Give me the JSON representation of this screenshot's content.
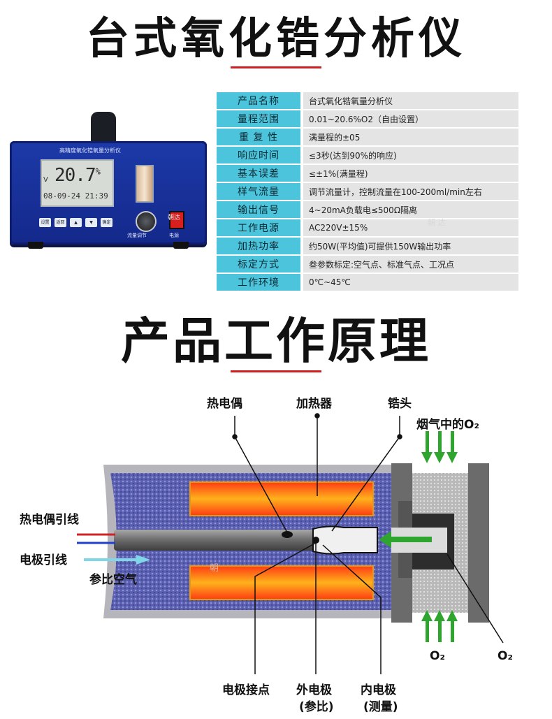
{
  "page_title": "台式氧化锆分析仪",
  "device": {
    "heading": "高精度氧化锆氧量分析仪",
    "lcd_unit": "V",
    "lcd_value": "20.7",
    "lcd_percent": "%",
    "lcd_datetime": "08-09-24   21:39",
    "keys": [
      "设置",
      "返回",
      "▲",
      "▼",
      "确定"
    ],
    "knob_label": "流量调节",
    "power_label": "电源",
    "brand_mark": "朝达"
  },
  "watermark": "朝 达",
  "specs": [
    {
      "key": "产品名称",
      "value": "台式氧化锆氧量分析仪"
    },
    {
      "key": "量程范围",
      "value": "0.01~20.6%O2（自由设置）"
    },
    {
      "key": "重 复 性",
      "value": "满量程的±05"
    },
    {
      "key": "响应时间",
      "value": "≤3秒(达到90%的响应)"
    },
    {
      "key": "基本误差",
      "value": "≤±1%(满量程)"
    },
    {
      "key": "样气流量",
      "value": "调节流量计，控制流量在100-200ml/min左右"
    },
    {
      "key": "输出信号",
      "value": "4~20mA负载电≤500Ω隔离"
    },
    {
      "key": "工作电源",
      "value": "AC220V±15%"
    },
    {
      "key": "加热功率",
      "value": "约50W(平均值)可提供150W输出功率"
    },
    {
      "key": "标定方式",
      "value": "叁参数标定:空气点、标准气点、工况点"
    },
    {
      "key": "工作环境",
      "value": "0℃~45℃"
    }
  ],
  "section_title": "产品工作原理",
  "diagram": {
    "thermocouple": "热电偶",
    "heater": "加热器",
    "zirconia_head": "锆头",
    "flue_o2": "烟气中的O₂",
    "thermocouple_lead": "热电偶引线",
    "electrode_lead": "电极引线",
    "reference_air": "参比空气",
    "o2_left": "O₂",
    "o2_right": "O₂",
    "electrode_contact": "电极接点",
    "outer_electrode": "外电极",
    "outer_electrode_sub": "(参比)",
    "inner_electrode": "内电极",
    "inner_electrode_sub": "(测量)",
    "watermark": "朝"
  },
  "colors": {
    "accent_red": "#cc1f1f",
    "table_key_bg": "#4cc4dc",
    "table_value_bg": "#e4e4e4",
    "device_blue": "#1c3aa8",
    "arrow_green": "#2fa52f"
  }
}
